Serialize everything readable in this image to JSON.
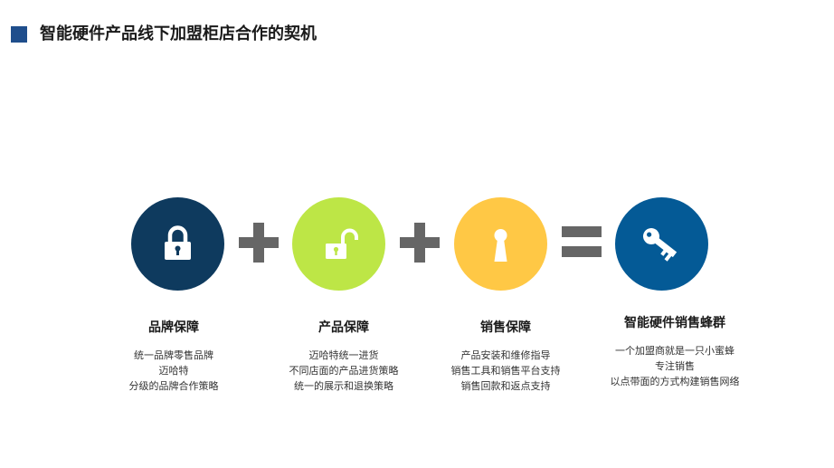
{
  "header": {
    "title": "智能硬件产品线下加盟柜店合作的契机",
    "accent_color": "#1f4e8c"
  },
  "formula": {
    "operators": [
      "plus",
      "plus",
      "equals"
    ],
    "operator_color": "#666666",
    "items": [
      {
        "icon": "lock-closed-icon",
        "color": "#0e3a5e",
        "title": "品牌保障",
        "lines": [
          "统一品牌零售品牌",
          "迈哈特",
          "分级的品牌合作策略"
        ]
      },
      {
        "icon": "lock-open-icon",
        "color": "#bde646",
        "title": "产品保障",
        "lines": [
          "迈哈特统一进货",
          "不同店面的产品进货策略",
          "统一的展示和退换策略"
        ]
      },
      {
        "icon": "keyhole-icon",
        "color": "#ffc845",
        "title": "销售保障",
        "lines": [
          "产品安装和维修指导",
          "销售工具和销售平台支持",
          "销售回款和返点支持"
        ]
      },
      {
        "icon": "key-icon",
        "color": "#045a96",
        "title": "智能硬件销售蜂群",
        "lines": [
          "一个加盟商就是一只小蜜蜂",
          "专注销售",
          "以点带面的方式构建销售网络"
        ]
      }
    ]
  }
}
